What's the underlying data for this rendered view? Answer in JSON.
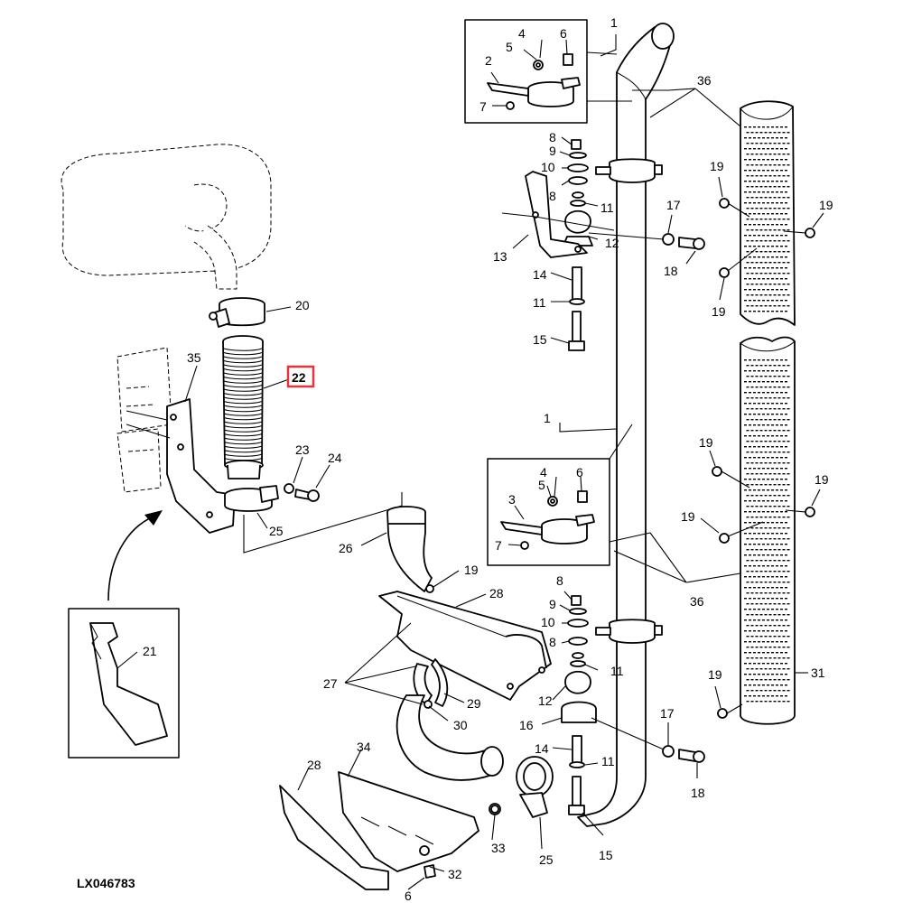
{
  "figure": {
    "code": "LX046783",
    "highlighted_callout": "22",
    "highlight_color": "#e8323c"
  },
  "callouts": {
    "c1a": "1",
    "c1b": "1",
    "c2": "2",
    "c3": "3",
    "c4a": "4",
    "c4b": "4",
    "c5a": "5",
    "c5b": "5",
    "c6a": "6",
    "c6b": "6",
    "c6c": "6",
    "c7a": "7",
    "c7b": "7",
    "c8a": "8",
    "c8b": "8",
    "c8c": "8",
    "c8d": "8",
    "c9a": "9",
    "c9b": "9",
    "c10a": "10",
    "c10b": "10",
    "c11a": "11",
    "c11b": "11",
    "c11c": "11",
    "c11d": "11",
    "c12a": "12",
    "c12b": "12",
    "c13": "13",
    "c14a": "14",
    "c14b": "14",
    "c15a": "15",
    "c15b": "15",
    "c16": "16",
    "c17a": "17",
    "c17b": "17",
    "c18a": "18",
    "c18b": "18",
    "c19a": "19",
    "c19b": "19",
    "c19c": "19",
    "c19d": "19",
    "c19e": "19",
    "c19f": "19",
    "c19g": "19",
    "c19h": "19",
    "c20": "20",
    "c21": "21",
    "c22": "22",
    "c23": "23",
    "c24": "24",
    "c25a": "25",
    "c25b": "25",
    "c26": "26",
    "c27": "27",
    "c28a": "28",
    "c28b": "28",
    "c29": "29",
    "c30": "30",
    "c31": "31",
    "c32": "32",
    "c33": "33",
    "c34": "34",
    "c35": "35",
    "c36a": "36",
    "c36b": "36"
  }
}
